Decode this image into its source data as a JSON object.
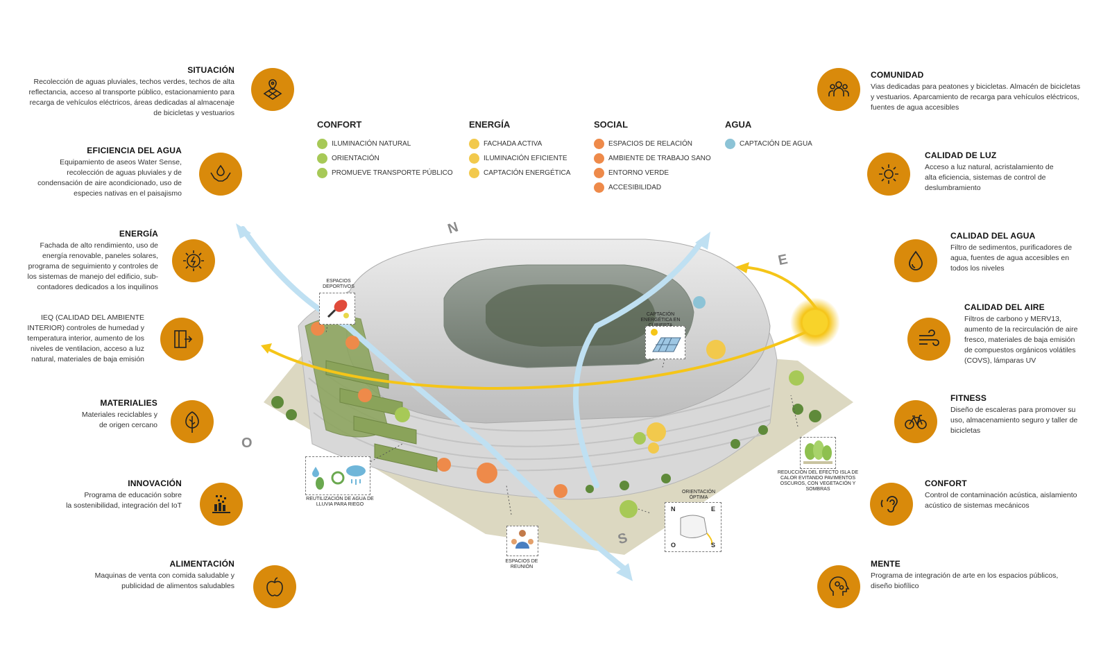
{
  "colors": {
    "accent": "#d98a0b",
    "confort": "#a7c957",
    "energia": "#f2c94c",
    "social": "#ee8a4a",
    "agua": "#8cc3d6",
    "sun": "#f5c518",
    "wind": "#bfe0f2"
  },
  "left_features": [
    {
      "title": "SITUACIÓN",
      "icon": "location-grid-icon",
      "desc": [
        "Recolección de aguas pluviales, techos verdes, techos de alta",
        "reflectancia, acceso al transporte público, estacionamiento para",
        "recarga de vehículos eléctricos, áreas dedicadas al almacenaje",
        "de bicicletas y vestuarios"
      ]
    },
    {
      "title": "EFICIENCIA DEL AGUA",
      "icon": "water-hands-icon",
      "desc": [
        "Equipamiento de aseos Water Sense,",
        "recolección de aguas pluviales y de",
        "condensación de aire acondicionado, uso de",
        "especies nativas en el paisajismo"
      ]
    },
    {
      "title": "ENERGÍA",
      "icon": "energy-bolt-icon",
      "desc": [
        "Fachada de alto rendimiento, uso de",
        "energía renovable, paneles solares,",
        "programa de seguimiento y controles de",
        "los sistemas de manejo del edificio, sub-",
        "contadores dedicados a los inquilinos"
      ]
    },
    {
      "title": "",
      "icon": "door-exit-icon",
      "desc": [
        "IEQ (CALIDAD DEL AMBIENTE",
        "INTERIOR) controles de humedad y",
        "temperatura interior, aumento de los",
        "niveles de ventilacion, acceso a luz",
        "natural, materiales de baja emisión"
      ]
    },
    {
      "title": "MATERIALIES",
      "icon": "tree-icon",
      "desc": [
        "Materiales reciclables y",
        "de origen cercano"
      ]
    },
    {
      "title": "INNOVACIÓN",
      "icon": "innovation-city-icon",
      "desc": [
        "Programa de educación sobre",
        "la sostenibilidad, integración del IoT"
      ]
    },
    {
      "title": "ALIMENTACIÓN",
      "icon": "apple-icon",
      "desc": [
        "Maquinas de venta con comida saludable y",
        "publicidad de alimentos saludables"
      ]
    }
  ],
  "right_features": [
    {
      "title": "COMUNIDAD",
      "icon": "people-group-icon",
      "desc": [
        "Vias dedicadas para peatones y bicicletas. Almacén de bicicletas",
        "y vestuarios. Aparcamiento de recarga para vehículos eléctricos,",
        "fuentes de agua accesibles"
      ]
    },
    {
      "title": "CALIDAD DE LUZ",
      "icon": "sun-icon",
      "desc": [
        "Acceso a luz natural, acristalamiento de",
        "alta eficiencia, sistemas de control de",
        "deslumbramiento"
      ]
    },
    {
      "title": "CALIDAD DEL AGUA",
      "icon": "water-drop-icon",
      "desc": [
        "Filtro de sedimentos, purificadores de",
        "agua, fuentes de agua accesibles en",
        "todos los niveles"
      ]
    },
    {
      "title": "CALIDAD DEL AIRE",
      "icon": "wind-icon",
      "desc": [
        "Filtros de carbono y MERV13,",
        "aumento de la recirculación de aire",
        "fresco, materiales de baja emisión",
        "de compuestos orgánicos volátiles",
        "(COVS), lámparas UV"
      ]
    },
    {
      "title": "FITNESS",
      "icon": "bicycle-icon",
      "desc": [
        "Diseño de escaleras para promover su",
        "uso, almacenamiento seguro y taller de",
        "bicicletas"
      ]
    },
    {
      "title": "CONFORT",
      "icon": "ear-icon",
      "desc": [
        "Control de contaminación acústica, aislamiento",
        "acústico de sistemas mecánicos"
      ]
    },
    {
      "title": "MENTE",
      "icon": "mind-gears-icon",
      "desc": [
        "Programa de integración de arte en los espacios públicos,",
        "diseño biofílico"
      ]
    }
  ],
  "legend": [
    {
      "heading": "CONFORT",
      "color_key": "confort",
      "items": [
        "ILUMINACIÓN NATURAL",
        "ORIENTACIÓN",
        "PROMUEVE TRANSPORTE PÚBLICO"
      ]
    },
    {
      "heading": "ENERGÍA",
      "color_key": "energia",
      "items": [
        "FACHADA ACTIVA",
        "ILUMINACIÓN EFICIENTE",
        "CAPTACIÓN ENERGÉTICA"
      ]
    },
    {
      "heading": "SOCIAL",
      "color_key": "social",
      "items": [
        "ESPACIOS DE RELACIÓN",
        "AMBIENTE DE TRABAJO SANO",
        "ENTORNO VERDE",
        "ACCESIBILIDAD"
      ]
    },
    {
      "heading": "AGUA",
      "color_key": "agua",
      "items": [
        "CAPTACIÓN DE AGUA"
      ]
    }
  ],
  "compass": {
    "north": "N",
    "east": "E",
    "south": "S",
    "west": "O"
  },
  "diagram_labels": {
    "espacios_deportivos": "ESPACIOS DEPORTIVOS",
    "captacion_cubierta": "CAPTACIÓN ENERGÉTICA EN CUBIERTA",
    "reutilizacion": "REUTILIZACIÓN DE AGUA DE LLUVIA PARA RIEGO",
    "espacios_reunion": "ESPACIOS DE REUNIÓN",
    "orientacion_optima": "ORIENTACIÓN ÓPTIMA",
    "isla_calor": "REDUCCIÓN DEL EFECTO ISLA DE CALOR EVITANDO PAVIMENTOS OSCUROS, CON VEGETACIÓN Y SOMBRAS",
    "mini_compass": {
      "n": "N",
      "e": "E",
      "o": "O",
      "s": "S"
    }
  }
}
